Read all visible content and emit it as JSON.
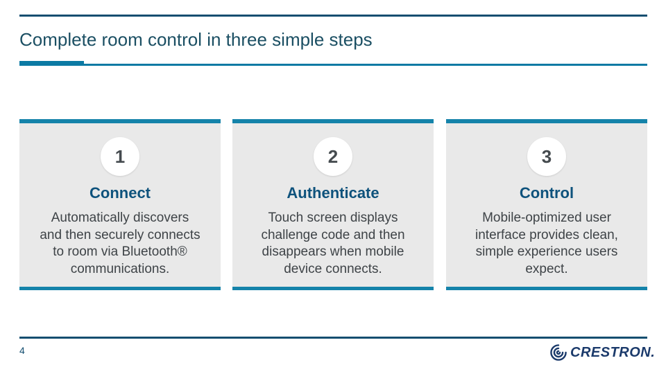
{
  "slide": {
    "title": "Complete room control in three simple steps",
    "page_number": "4"
  },
  "steps": [
    {
      "number": "1",
      "heading": "Connect",
      "body": "Automatically discovers\nand then securely connects\nto room via Bluetooth®\ncommunications."
    },
    {
      "number": "2",
      "heading": "Authenticate",
      "body": "Touch screen displays\nchallenge code and then\ndisappears when mobile\ndevice connects."
    },
    {
      "number": "3",
      "heading": "Control",
      "body": "Mobile-optimized user\ninterface provides clean,\nsimple experience users\nexpect."
    }
  ],
  "logo": {
    "brand": "CRESTRON."
  },
  "colors": {
    "line_navy": "#134e70",
    "accent_teal": "#0c7aa4",
    "card_bar_teal": "#1583aa",
    "card_background": "#e9e9e9",
    "heading_blue": "#0e527c",
    "title_blue": "#1b4f63",
    "body_text": "#3e4347",
    "logo_navy": "#1b3a6b"
  }
}
